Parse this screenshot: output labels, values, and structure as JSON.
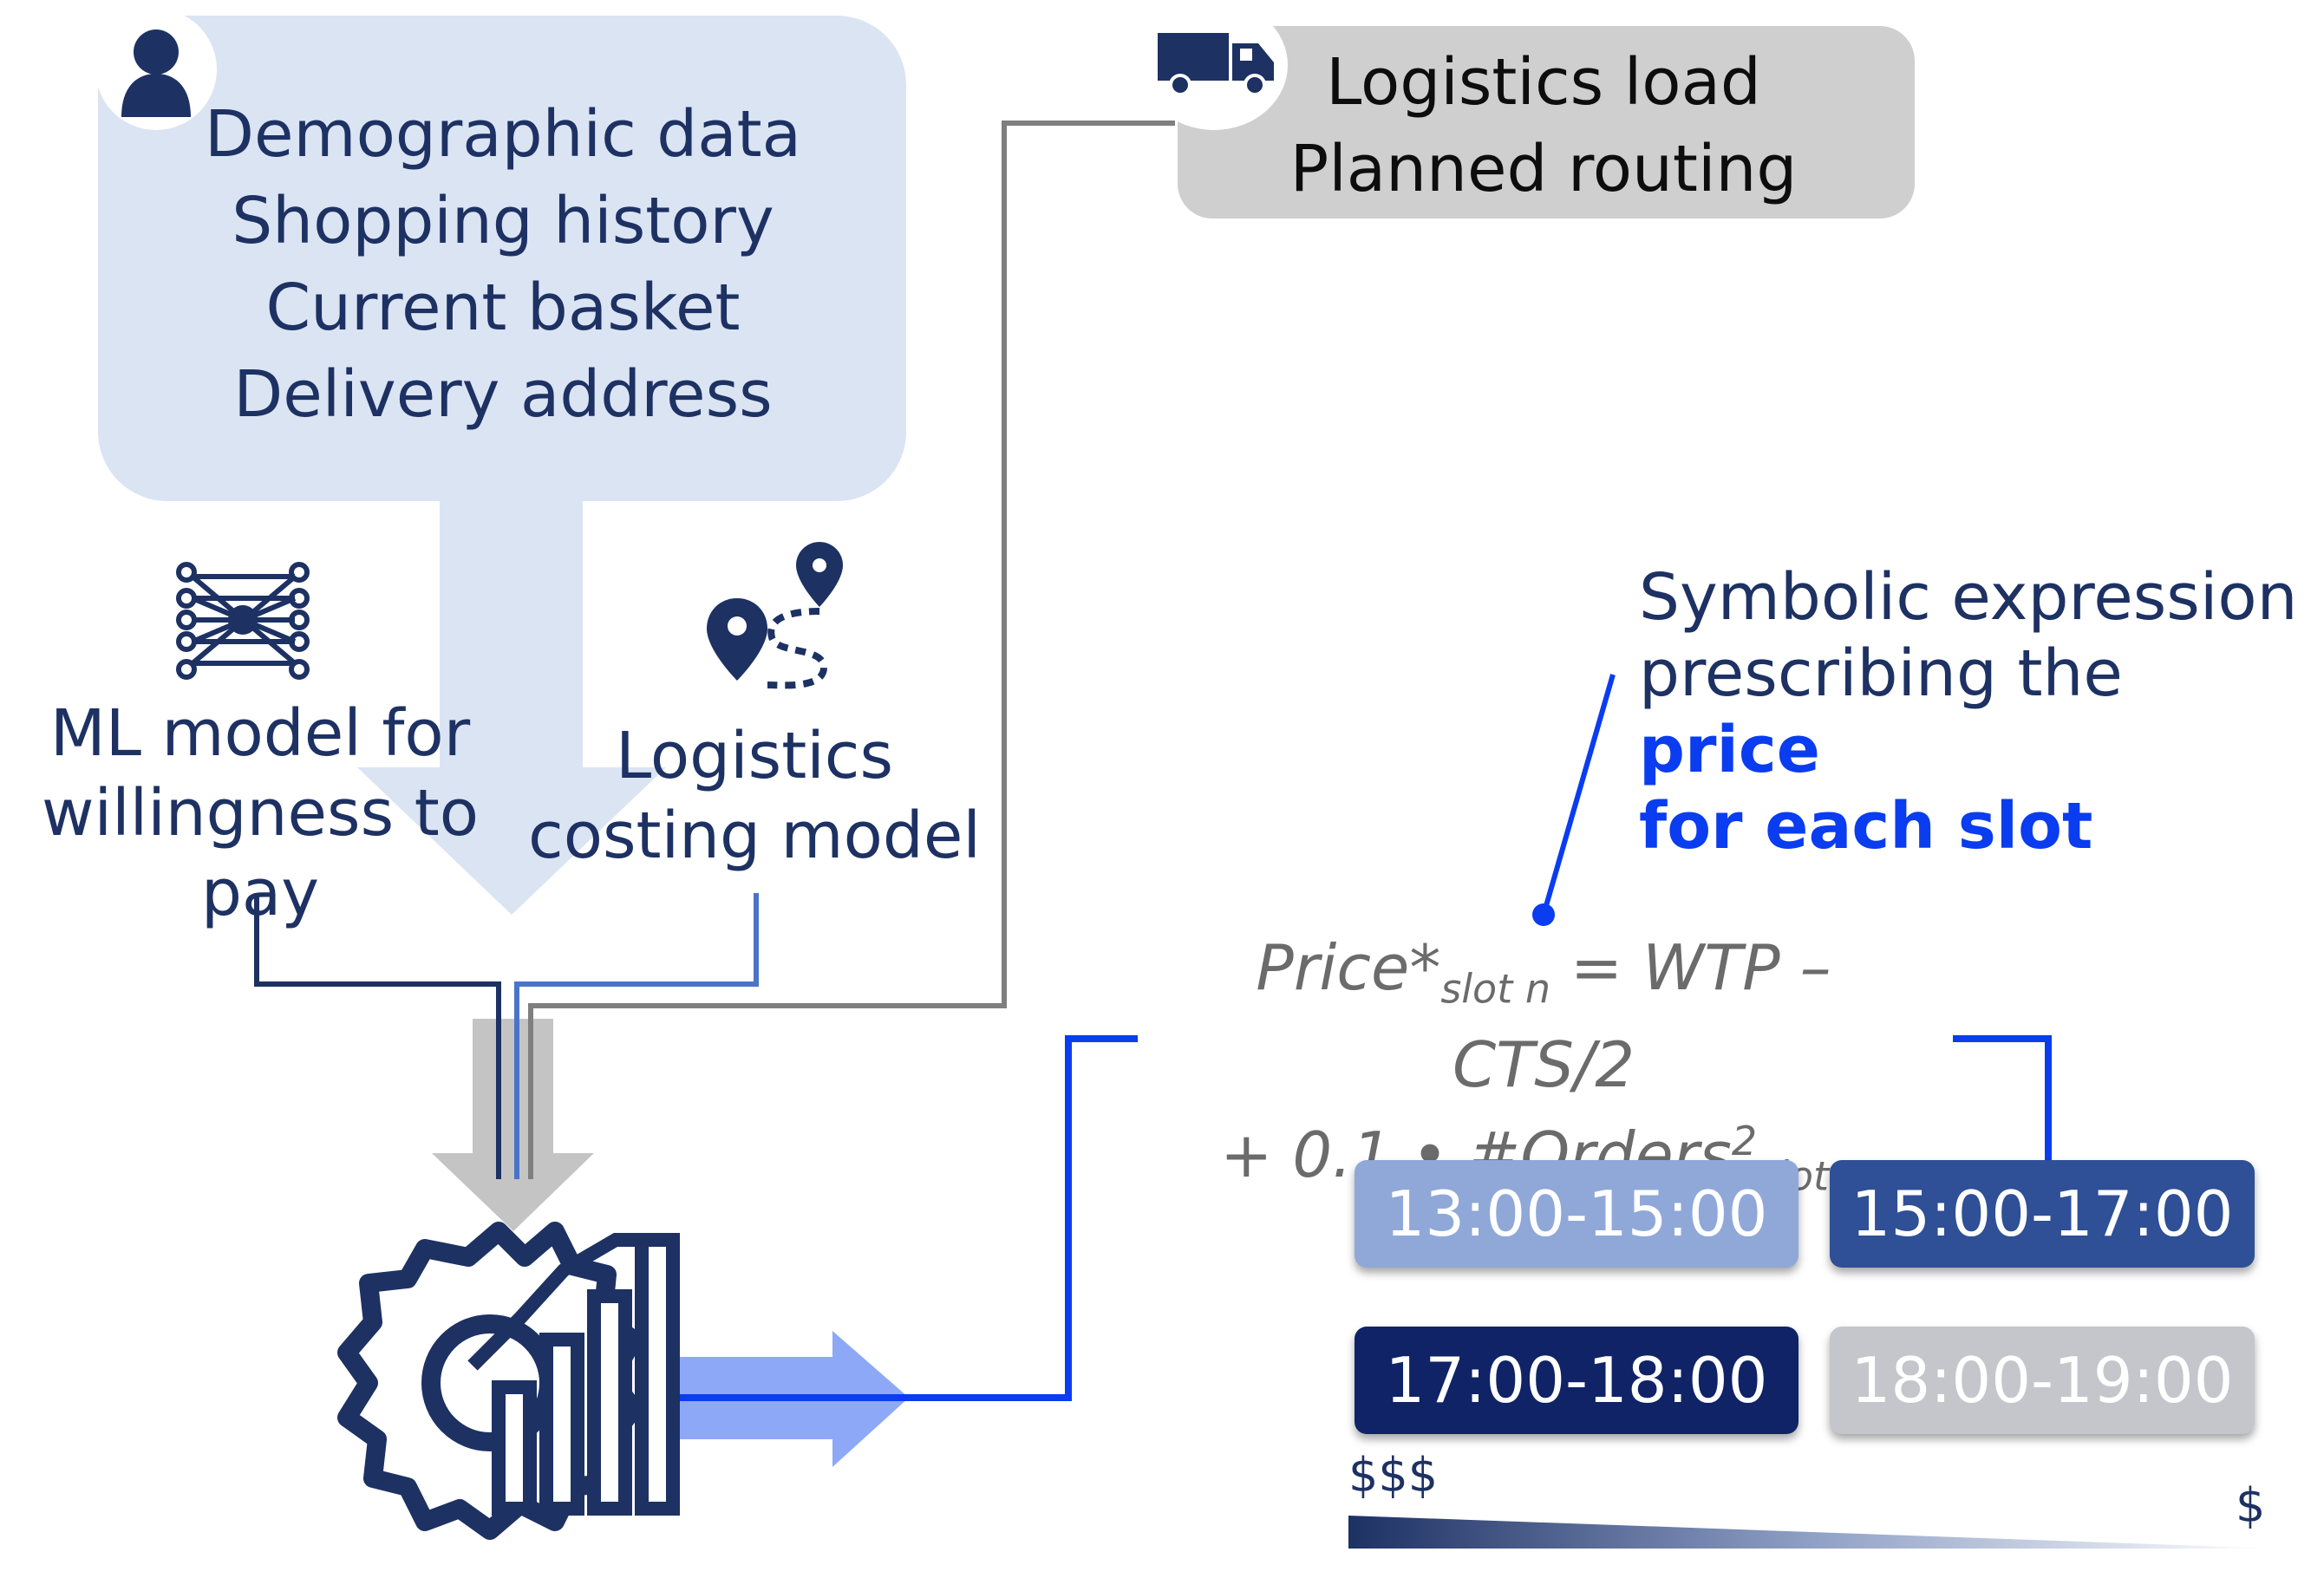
{
  "customer_box": {
    "icon": "user-icon",
    "lines": [
      "Demographic data",
      "Shopping history",
      "Current basket",
      "Delivery address"
    ]
  },
  "logistics_box": {
    "icon": "truck-icon",
    "lines": [
      "Logistics load",
      "Planned routing"
    ]
  },
  "ml_model": {
    "icon": "neural-network-icon",
    "lines": [
      "ML model for",
      "willingness to",
      "pay"
    ]
  },
  "costing_model": {
    "icon": "route-map-icon",
    "lines": [
      "Logistics",
      "costing model"
    ]
  },
  "optimizer": {
    "icon": "gear-growth-chart-icon"
  },
  "callout": {
    "line1": "Symbolic expression",
    "line2_plain": "prescribing the ",
    "line2_highlight": "price",
    "line3_highlight": "for each slot"
  },
  "formula": {
    "price": "Price*",
    "price_sub": "slot n",
    "eq_rest": " = WTP –",
    "line2": "CTS/2",
    "line3_pre": "+ 0.1 • #Orders",
    "line3_sup": "2",
    "line3_sub": "slot n"
  },
  "slots": [
    {
      "label": "13:00-15:00",
      "color": "#8fa8d8"
    },
    {
      "label": "15:00-17:00",
      "color": "#2f4f96"
    },
    {
      "label": "17:00-18:00",
      "color": "#0f2366"
    },
    {
      "label": "18:00-19:00",
      "color": "#c4c6cb"
    }
  ],
  "price_scale": {
    "high": "$$$",
    "low": "$"
  },
  "colors": {
    "navy": "#1d3163",
    "accent_blue": "#0a3cf0",
    "light_blue": "#dbe4f3",
    "grey_box": "#cfcfcf",
    "arrow_blue": "#8ea8f8"
  }
}
